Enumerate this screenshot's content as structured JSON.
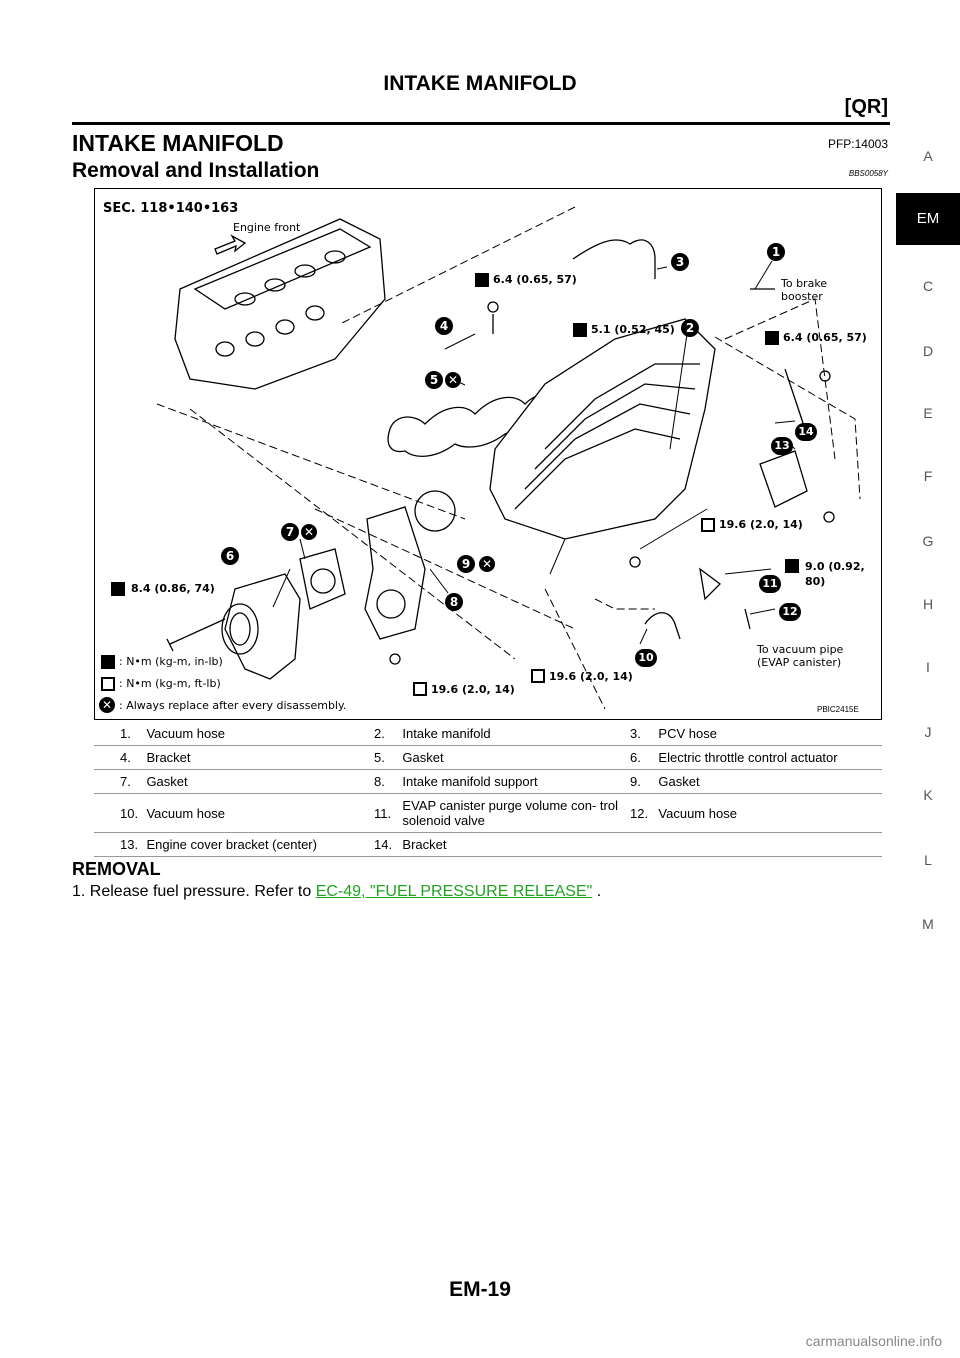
{
  "header": {
    "title": "INTAKE MANIFOLD",
    "engine_code": "[QR]"
  },
  "section": {
    "heading": "INTAKE MANIFOLD",
    "pfp": "PFP:14003",
    "subheading": "Removal and Installation",
    "doc_id": "BBS0058Y"
  },
  "figure": {
    "sec_label": "SEC. 118•140•163",
    "engine_front": "Engine front",
    "to_brake_booster": "To brake booster",
    "to_vacuum_pipe": "To vacuum pipe (EVAP canister)",
    "torque_1": "6.4 (0.65, 57)",
    "torque_2": "5.1 (0.52, 45)",
    "torque_3": "6.4 (0.65, 57)",
    "torque_4": "19.6 (2.0, 14)",
    "torque_5": "9.0 (0.92, 80)",
    "torque_6": "8.4 (0.86, 74)",
    "torque_7": "19.6 (2.0, 14)",
    "torque_8": "19.6 (2.0, 14)",
    "legend_nm_inlb": ": N•m (kg-m, in-lb)",
    "legend_nm_ftlb": ": N•m (kg-m, ft-lb)",
    "legend_replace": ": Always replace after every disassembly.",
    "figure_code": "PBIC2415E",
    "callouts": [
      "1",
      "2",
      "3",
      "4",
      "5",
      "6",
      "7",
      "8",
      "9",
      "10",
      "11",
      "12",
      "13",
      "14"
    ]
  },
  "parts_table": [
    [
      {
        "n": "1.",
        "l": "Vacuum hose"
      },
      {
        "n": "2.",
        "l": "Intake manifold"
      },
      {
        "n": "3.",
        "l": "PCV hose"
      }
    ],
    [
      {
        "n": "4.",
        "l": "Bracket"
      },
      {
        "n": "5.",
        "l": "Gasket"
      },
      {
        "n": "6.",
        "l": "Electric throttle control actuator"
      }
    ],
    [
      {
        "n": "7.",
        "l": "Gasket"
      },
      {
        "n": "8.",
        "l": "Intake manifold support"
      },
      {
        "n": "9.",
        "l": "Gasket"
      }
    ],
    [
      {
        "n": "10.",
        "l": "Vacuum hose"
      },
      {
        "n": "11.",
        "l": "EVAP canister purge volume con- trol solenoid valve"
      },
      {
        "n": "12.",
        "l": "Vacuum hose"
      }
    ],
    [
      {
        "n": "13.",
        "l": "Engine cover bracket (center)"
      },
      {
        "n": "14.",
        "l": "Bracket"
      },
      {
        "n": "",
        "l": ""
      }
    ]
  ],
  "removal": {
    "heading": "REMOVAL",
    "step1_text": "1.   Release fuel pressure. Refer to ",
    "step1_link": "EC-49, \"FUEL PRESSURE RELEASE\"",
    "step1_end": " ."
  },
  "side_tabs": [
    "A",
    "EM",
    "C",
    "D",
    "E",
    "F",
    "G",
    "H",
    "I",
    "J",
    "K",
    "L",
    "M"
  ],
  "active_tab": "EM",
  "page_number": "EM-19",
  "watermark": "carmanualsonline.info"
}
